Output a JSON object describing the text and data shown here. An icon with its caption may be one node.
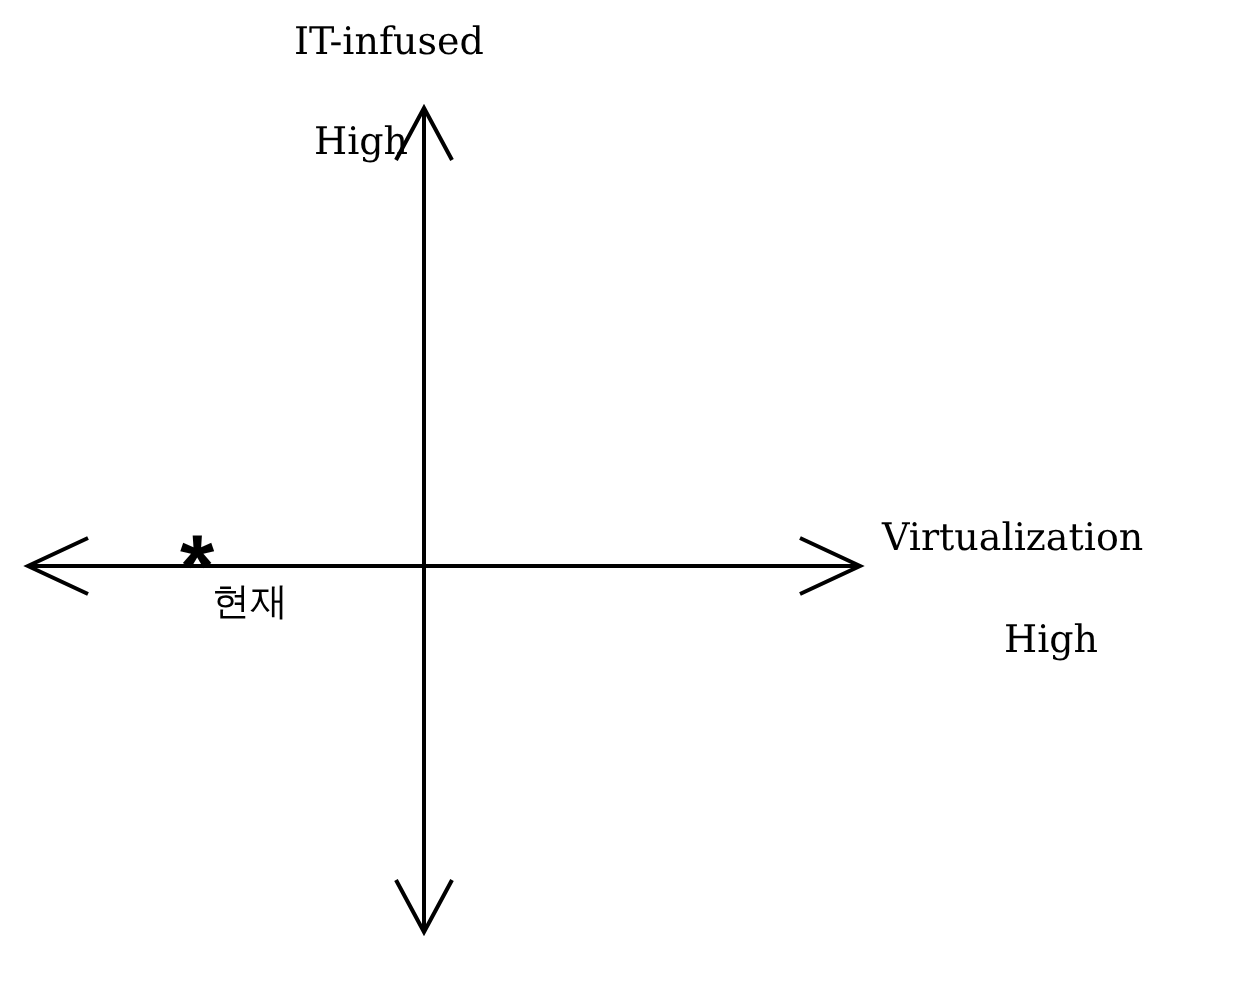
{
  "diagram": {
    "labels": [
      "IT-infused",
      "High",
      "Virtualization",
      "High",
      "*",
      "현재"
    ]
  }
}
